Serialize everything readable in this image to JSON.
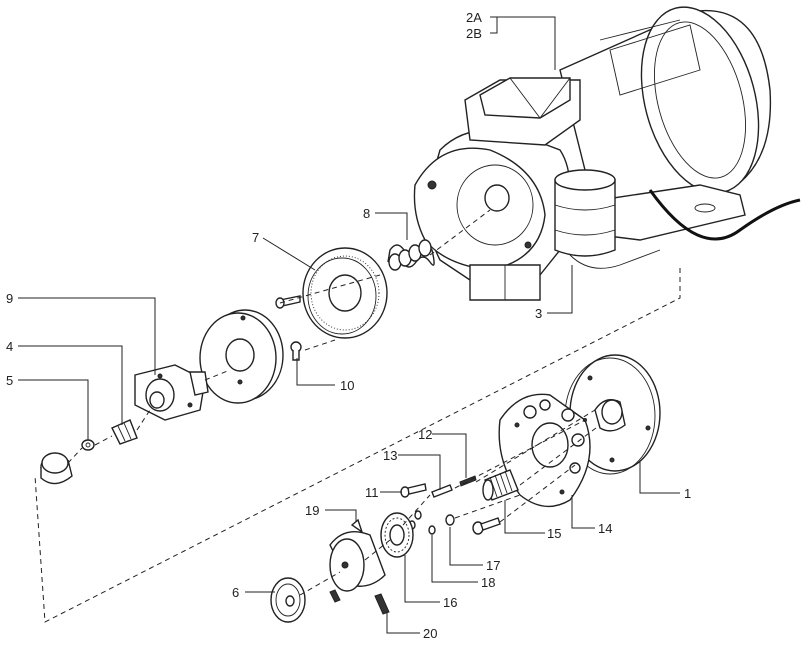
{
  "callouts": {
    "c2a": "2A",
    "c2b": "2B",
    "c8": "8",
    "c7": "7",
    "c3": "3",
    "c9": "9",
    "c4": "4",
    "c5": "5",
    "c10": "10",
    "c12": "12",
    "c13": "13",
    "c11": "11",
    "c1": "1",
    "c19": "19",
    "c15": "15",
    "c14": "14",
    "c17": "17",
    "c18": "18",
    "c6": "6",
    "c16": "16",
    "c20": "20"
  },
  "colors": {
    "ink": "#222222",
    "paper": "#ffffff",
    "shade": "#e9e9e9"
  }
}
